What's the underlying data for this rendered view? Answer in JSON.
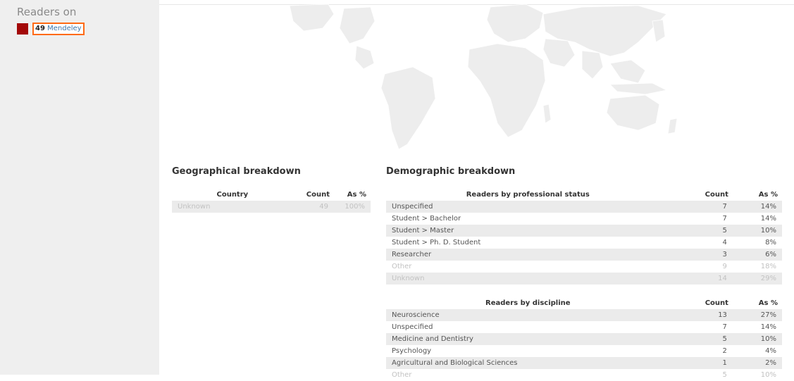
{
  "sidebar": {
    "title": "Readers on",
    "mendeley_count": "49",
    "mendeley_label": "Mendeley",
    "swatch_color": "#a30808"
  },
  "geo": {
    "heading": "Geographical breakdown",
    "columns": [
      "Country",
      "Count",
      "As %"
    ],
    "rows": [
      {
        "name": "Unknown",
        "count": "49",
        "pct": "100%"
      }
    ]
  },
  "demo": {
    "heading": "Demographic breakdown",
    "status_columns": [
      "Readers by professional status",
      "Count",
      "As %"
    ],
    "status_rows": [
      {
        "name": "Unspecified",
        "count": "7",
        "pct": "14%"
      },
      {
        "name": "Student > Bachelor",
        "count": "7",
        "pct": "14%"
      },
      {
        "name": "Student > Master",
        "count": "5",
        "pct": "10%"
      },
      {
        "name": "Student > Ph. D. Student",
        "count": "4",
        "pct": "8%"
      },
      {
        "name": "Researcher",
        "count": "3",
        "pct": "6%"
      },
      {
        "name": "Other",
        "count": "9",
        "pct": "18%"
      },
      {
        "name": "Unknown",
        "count": "14",
        "pct": "29%"
      }
    ],
    "discipline_columns": [
      "Readers by discipline",
      "Count",
      "As %"
    ],
    "discipline_rows": [
      {
        "name": "Neuroscience",
        "count": "13",
        "pct": "27%"
      },
      {
        "name": "Unspecified",
        "count": "7",
        "pct": "14%"
      },
      {
        "name": "Medicine and Dentistry",
        "count": "5",
        "pct": "10%"
      },
      {
        "name": "Psychology",
        "count": "2",
        "pct": "4%"
      },
      {
        "name": "Agricultural and Biological Sciences",
        "count": "1",
        "pct": "2%"
      },
      {
        "name": "Other",
        "count": "5",
        "pct": "10%"
      }
    ]
  }
}
